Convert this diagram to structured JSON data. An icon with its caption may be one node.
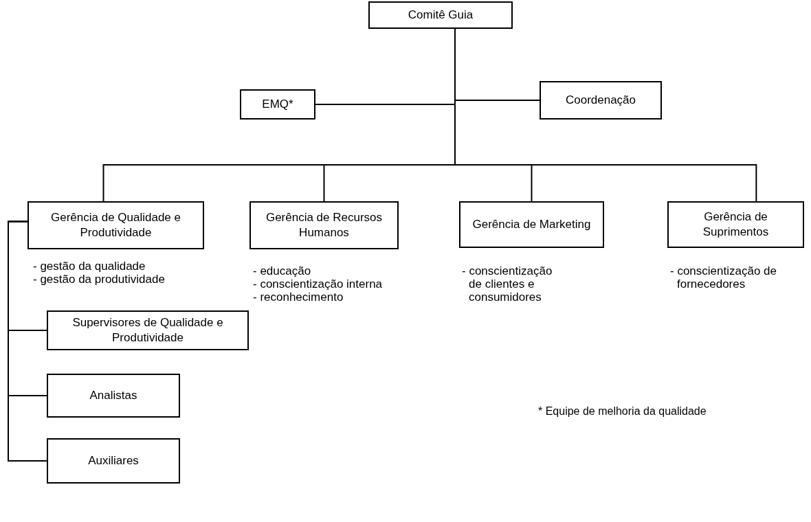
{
  "diagram": {
    "nodes": [
      {
        "text": [
          "Comitê Guia"
        ]
      },
      {
        "text": [
          "EMQ*"
        ]
      },
      {
        "text": [
          "Coordenação"
        ]
      },
      {
        "text": [
          "Gerência de Qualidade e Produtividade"
        ],
        "beside": [
          "- gestão da qualidade",
          "- gestão da produtividade"
        ]
      },
      {
        "text": [
          "Gerência de Recursos Humanos"
        ],
        "beside": [
          "- educação",
          "- conscientização interna",
          "- reconhecimento"
        ]
      },
      {
        "text": [
          "Gerência de Marketing"
        ],
        "beside": [
          "- conscientização de clientes e consumidores"
        ]
      },
      {
        "text": [
          "Gerência de Suprimentos"
        ],
        "beside": [
          "- conscientização de fornecedores"
        ]
      },
      {
        "text": [
          "Supervisores de Qualidade e Produtividade"
        ]
      },
      {
        "text": [
          "Analistas"
        ]
      },
      {
        "text": [
          "Auxiliares"
        ]
      }
    ],
    "edges": [
      {
        "from": 0,
        "to": 1,
        "arrow": "none"
      },
      {
        "from": 0,
        "to": 2,
        "arrow": "none"
      },
      {
        "from": 0,
        "to": 3,
        "arrow": "none"
      },
      {
        "from": 0,
        "to": 4,
        "arrow": "none"
      },
      {
        "from": 0,
        "to": 5,
        "arrow": "none"
      },
      {
        "from": 0,
        "to": 6,
        "arrow": "none"
      },
      {
        "from": 3,
        "to": 7,
        "arrow": "none"
      },
      {
        "from": 3,
        "to": 8,
        "arrow": "none"
      },
      {
        "from": 3,
        "to": 9,
        "arrow": "none"
      }
    ],
    "labels": [
      "* Equipe de melhoria da qualidade"
    ]
  }
}
